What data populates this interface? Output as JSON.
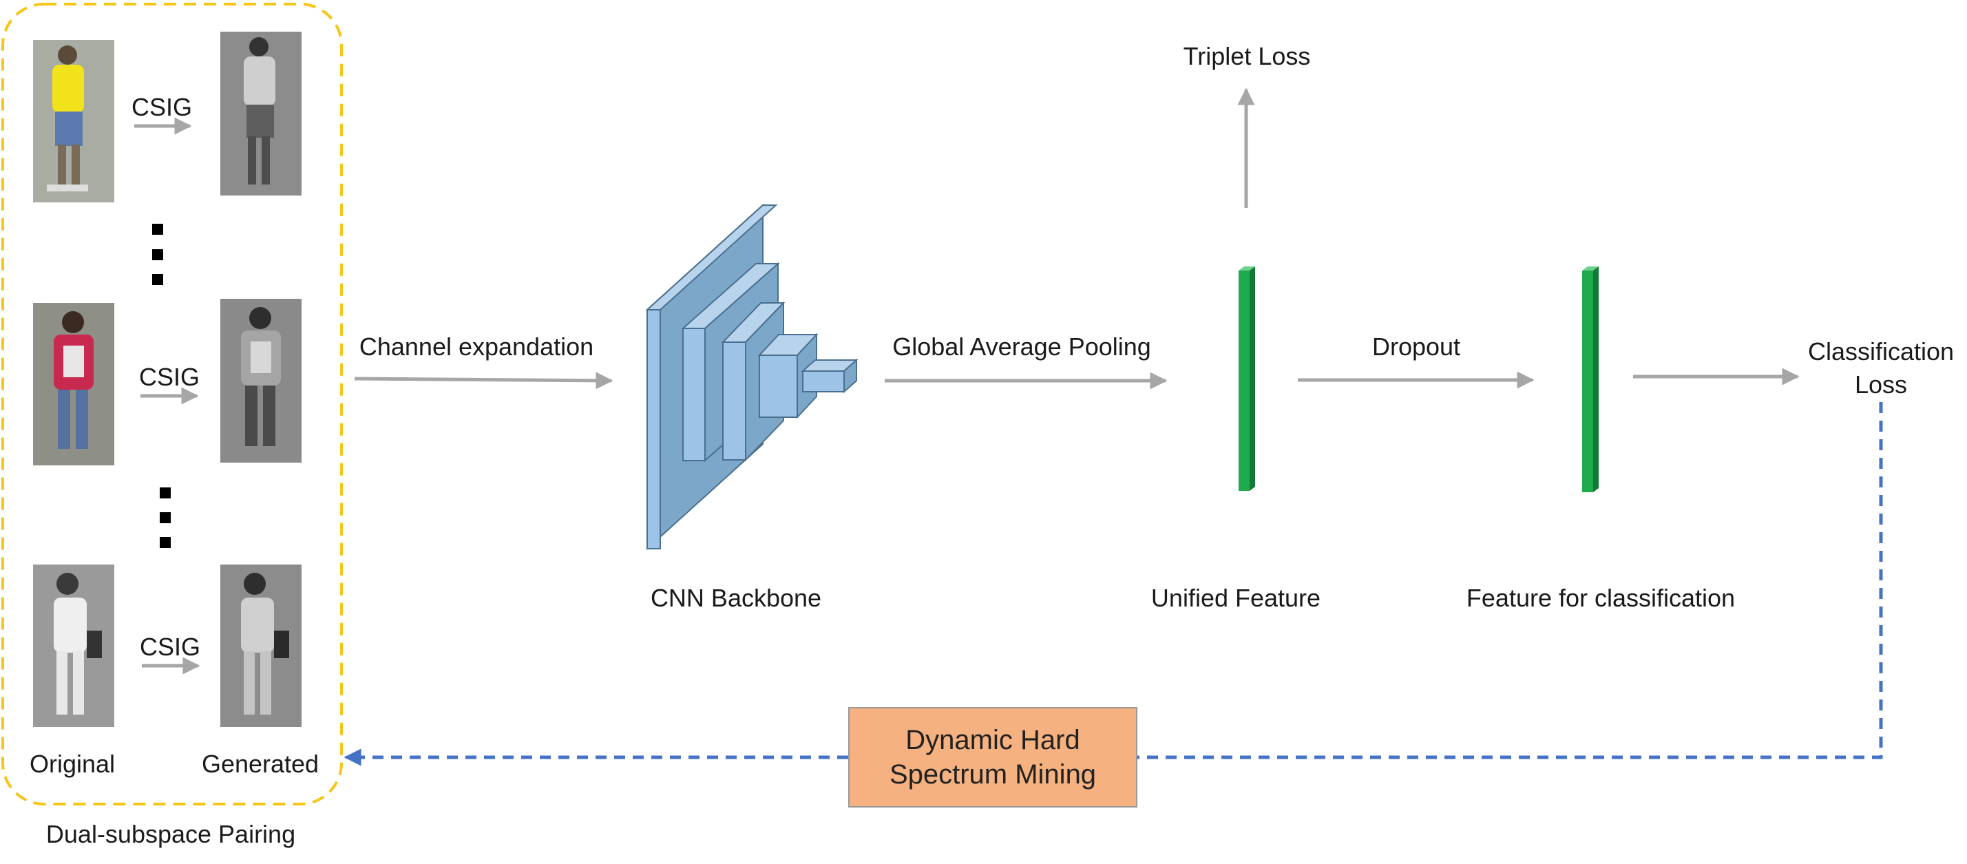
{
  "panel": {
    "title": "Dual-subspace Pairing",
    "col_original": "Original",
    "col_generated": "Generated",
    "rows": [
      {
        "op": "CSIG"
      },
      {
        "op": "CSIG"
      },
      {
        "op": "CSIG"
      }
    ]
  },
  "edges": {
    "channel_expansion": "Channel expandation",
    "gap": "Global Average Pooling",
    "dropout": "Dropout"
  },
  "nodes": {
    "backbone": "CNN Backbone",
    "unified": "Unified Feature",
    "classification_feature": "Feature for classification",
    "triplet": "Triplet Loss",
    "cls_loss_line1": "Classification",
    "cls_loss_line2": "Loss",
    "mining_line1": "Dynamic Hard",
    "mining_line2": "Spectrum Mining"
  },
  "colors": {
    "panel_border": "#f5c518",
    "arrow": "#a6a6a6",
    "feedback": "#4472c4",
    "cnn_front": "#9dc3e6",
    "cnn_side": "#7da7c9",
    "feature": "#1faa4e",
    "mining_box": "#f5b17f"
  }
}
